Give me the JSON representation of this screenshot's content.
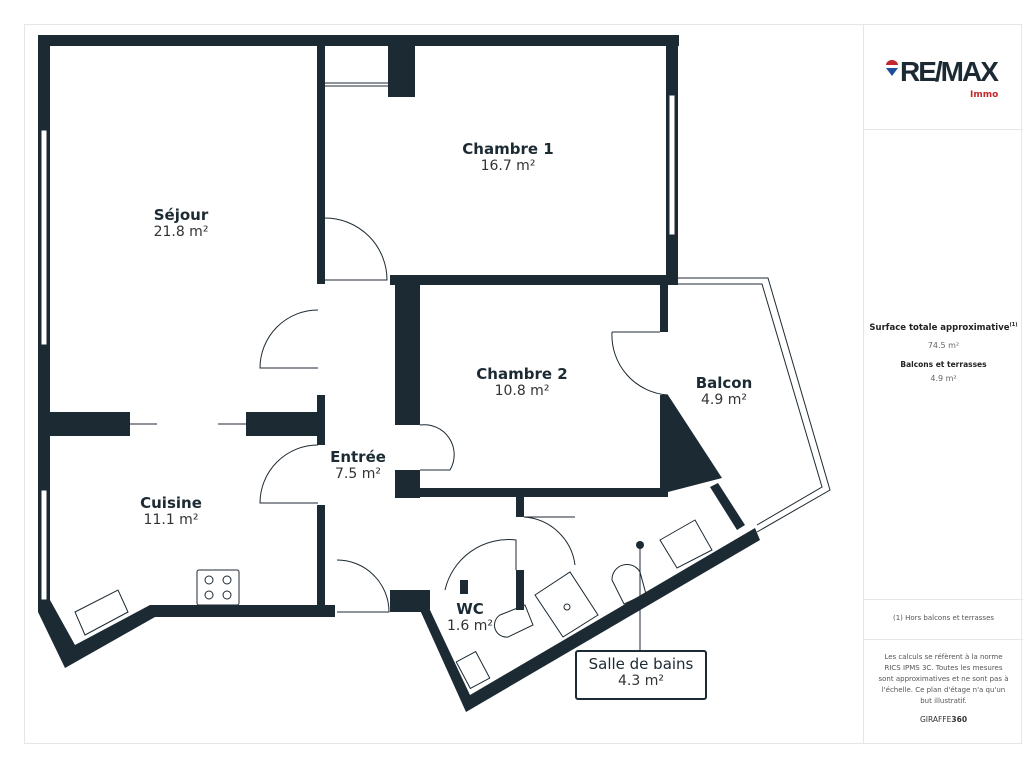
{
  "brand": {
    "logo_text": "RE/MAX",
    "logo_sub": "Immo",
    "colors": {
      "red": "#c0282d",
      "blue": "#1f4e9c",
      "wall": "#1c2a33"
    }
  },
  "rooms": [
    {
      "name": "Séjour",
      "area": "21.8 m²"
    },
    {
      "name": "Chambre 1",
      "area": "16.7 m²"
    },
    {
      "name": "Chambre 2",
      "area": "10.8 m²"
    },
    {
      "name": "Balcon",
      "area": "4.9 m²"
    },
    {
      "name": "Entrée",
      "area": "7.5 m²"
    },
    {
      "name": "Cuisine",
      "area": "11.1 m²"
    },
    {
      "name": "WC",
      "area": "1.6 m²"
    },
    {
      "name": "Salle de bains",
      "area": "4.3 m²"
    }
  ],
  "summary": {
    "total_label": "Surface totale approximative",
    "total_sup": "(1)",
    "total_value": "74.5 m²",
    "balcony_label": "Balcons et terrasses",
    "balcony_value": "4.9 m²"
  },
  "footnote": "(1) Hors balcons et terrasses",
  "disclaimer": "Les calculs se réfèrent à la norme RICS IPMS 3C. Toutes les mesures sont approximatives et ne sont pas à l'échelle. Ce plan d'étage n'a qu'un but illustratif.",
  "credit": {
    "prefix": "GIRAFFE",
    "suffix": "360"
  }
}
